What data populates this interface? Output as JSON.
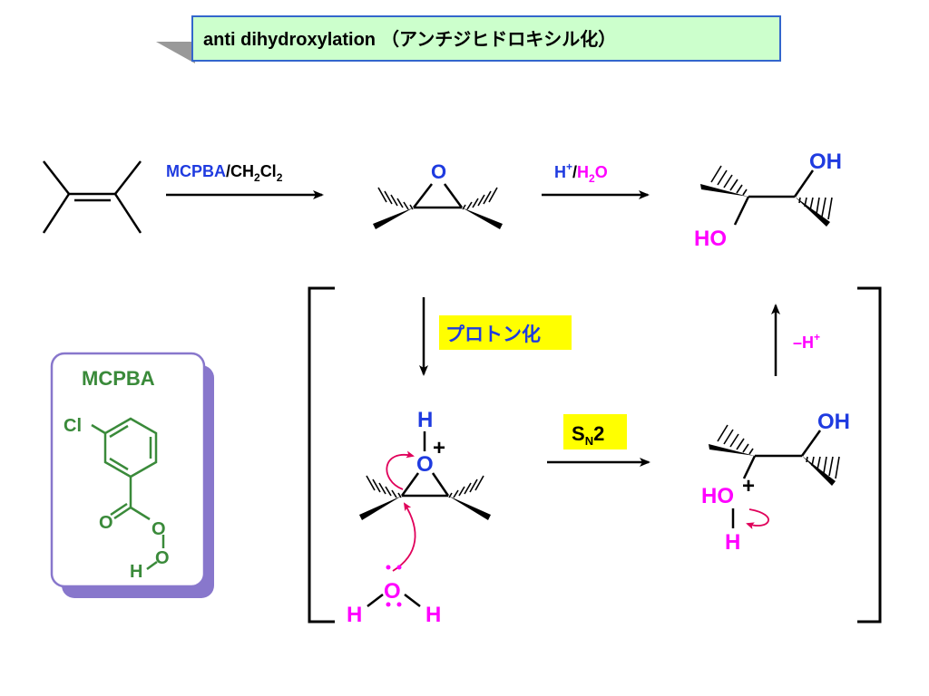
{
  "title": {
    "main": "anti dihydroxylation",
    "jp": "（アンチジヒドロキシル化）"
  },
  "colors": {
    "blue": "#1f3be0",
    "magenta": "#ff00ff",
    "green": "#3a8a3a",
    "yellow": "#ffff00",
    "title_bg": "#ccffcc",
    "title_border": "#3366cc",
    "box_border": "#8877cc",
    "box_shadow": "#8877cc",
    "arrow_red": "#e0005a"
  },
  "reagents": {
    "step1_a": "MCPBA",
    "step1_b": "/CH",
    "step1_sub1": "2",
    "step1_c": "Cl",
    "step1_sub2": "2",
    "step2_h": "H",
    "step2_plus": "+",
    "step2_slash": "/",
    "step2_h2o_a": "H",
    "step2_h2o_sub": "2",
    "step2_h2o_b": "O"
  },
  "epoxide": {
    "o": "O"
  },
  "diol": {
    "oh_top": "OH",
    "oh_bottom": "HO"
  },
  "mechanism": {
    "protonation": "プロトン化",
    "deprotonation_a": "–H",
    "deprotonation_plus": "+",
    "sn2_s": "S",
    "sn2_n": "N",
    "sn2_2": "2",
    "protonated_h": "H",
    "protonated_o": "O",
    "plus": "+",
    "water_h_left": "H",
    "water_o": "O",
    "water_h_right": "H",
    "intermediate_oh": "OH",
    "intermediate_ho": "HO",
    "intermediate_h": "H"
  },
  "mcpba_box": {
    "title": "MCPBA",
    "cl": "Cl",
    "o_carbonyl": "O",
    "o_ester": "O",
    "o_peroxy": "O",
    "h": "H"
  }
}
